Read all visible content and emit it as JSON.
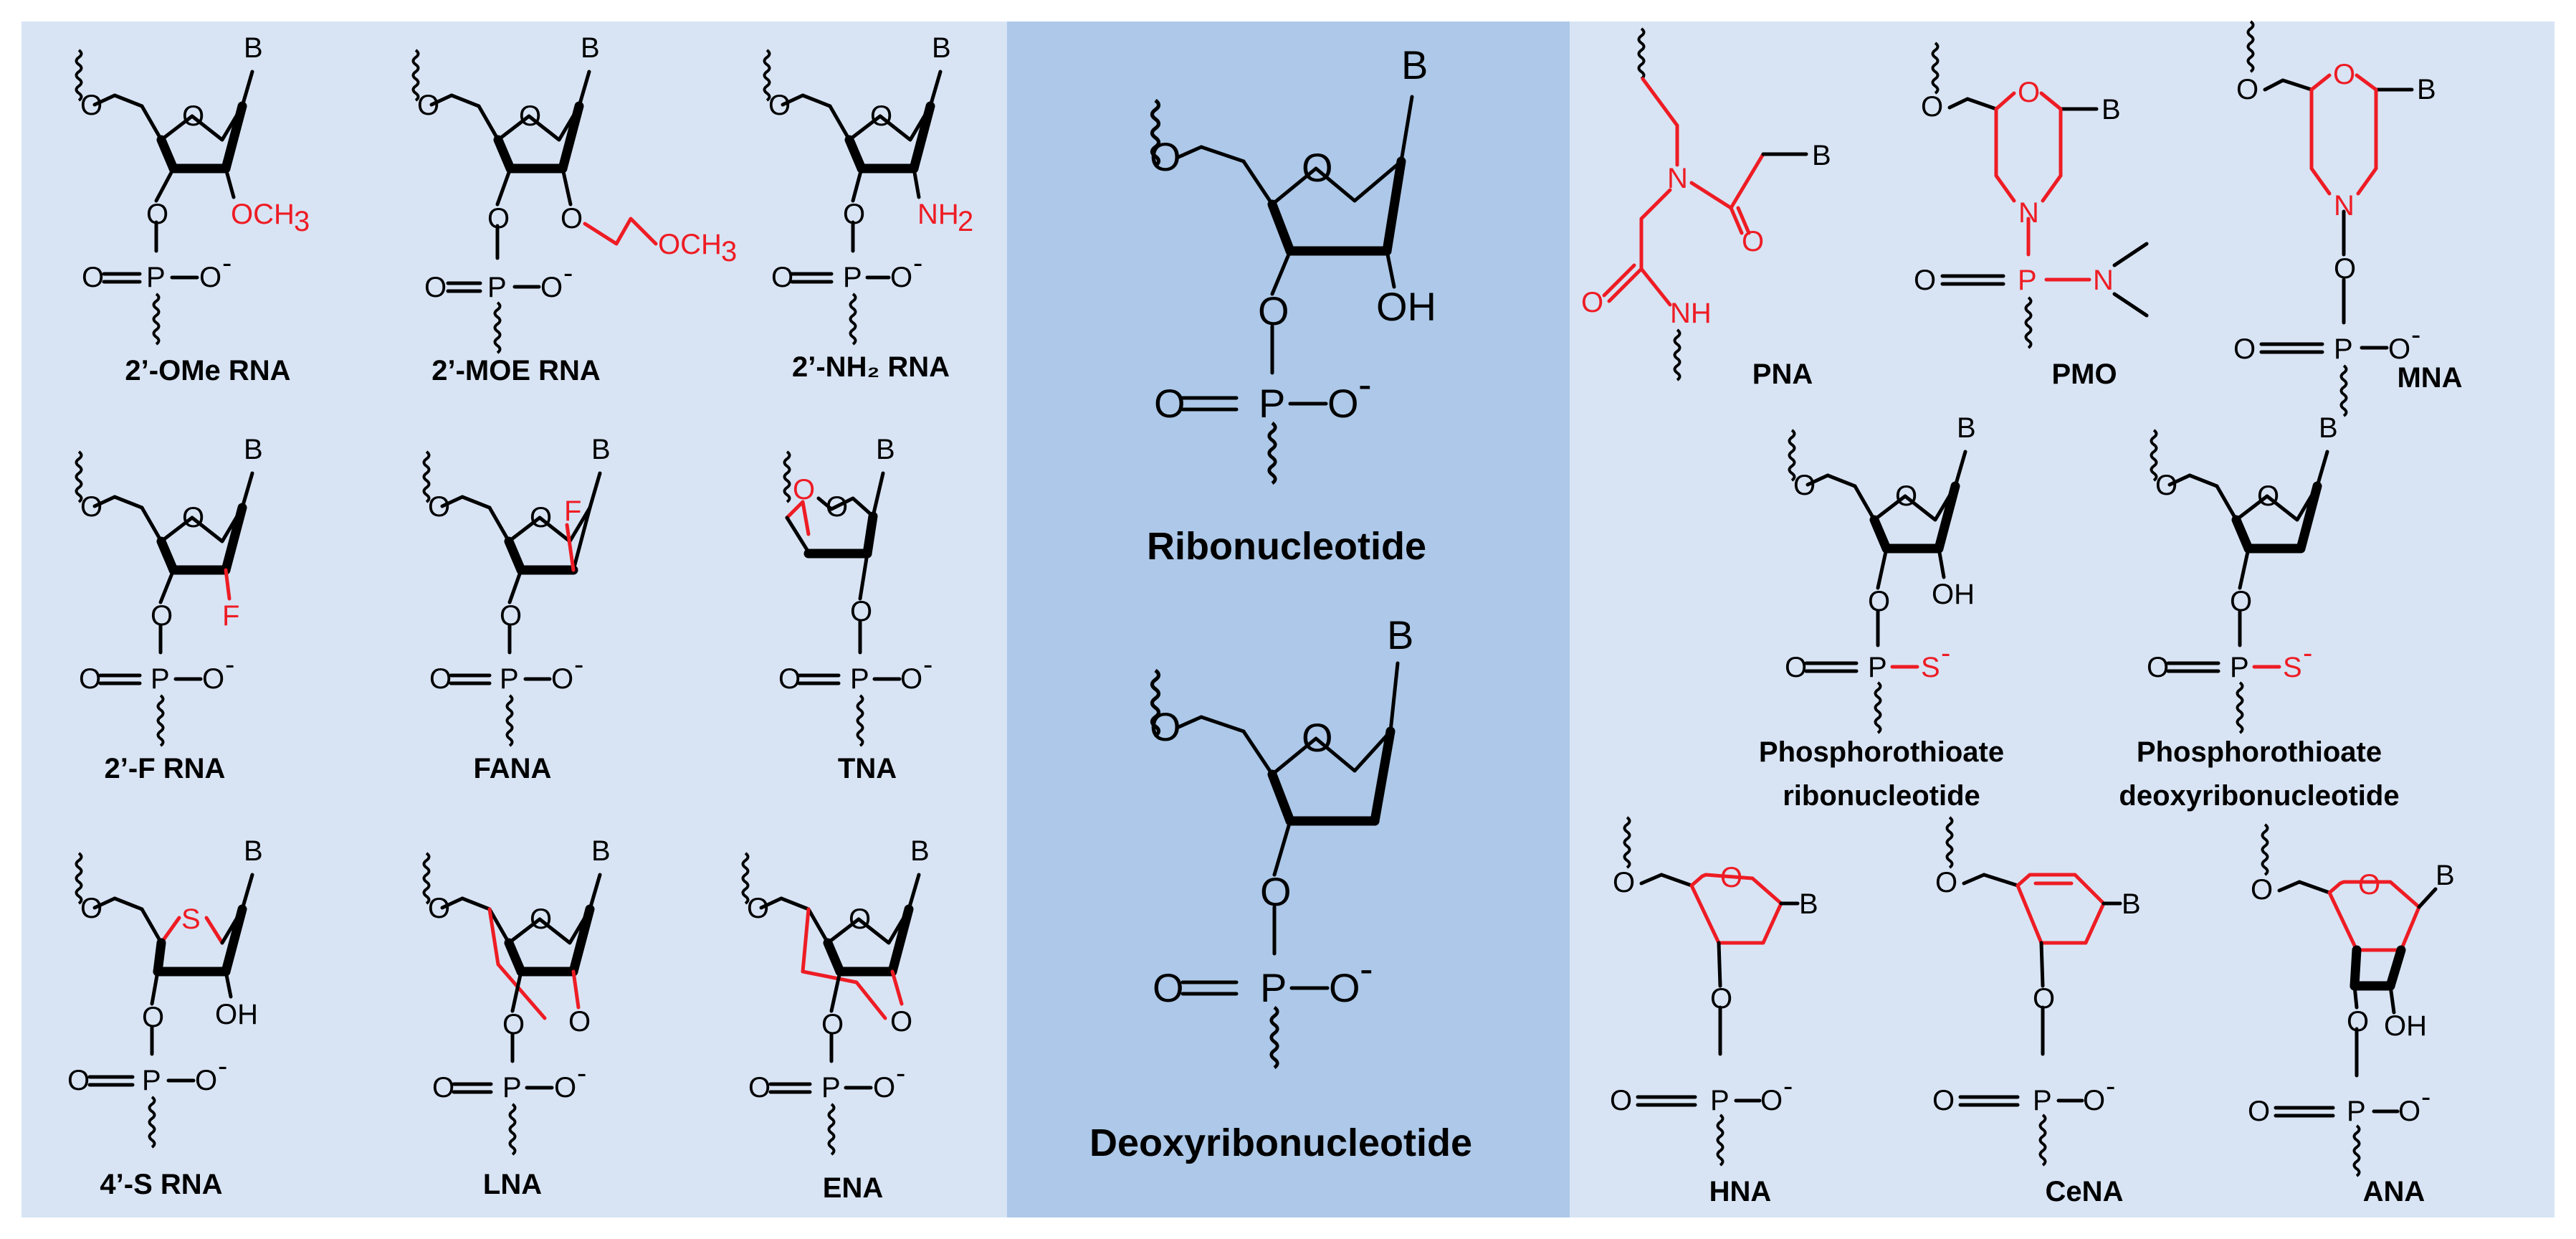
{
  "colors": {
    "panel_light": "#d8e4f4",
    "panel_center": "#adc8e8",
    "modification": "#ee1c24",
    "bond": "#000000"
  },
  "atoms": {
    "base": "B",
    "oxygen": "O",
    "phosphorus": "P",
    "o_minus": "O",
    "minus": "-",
    "oh": "OH",
    "och3": "OCH",
    "three": "3",
    "nh2": "NH",
    "two": "2",
    "fluorine": "F",
    "sulfur": "S",
    "s_minus": "S",
    "nitrogen": "N",
    "nh": "NH"
  },
  "labels": {
    "ome_rna": "2’-OMe RNA",
    "moe_rna": "2’-MOE RNA",
    "nh2_rna": "2’-NH₂ RNA",
    "f_rna": "2’-F RNA",
    "fana": "FANA",
    "tna": "TNA",
    "s_rna": "4’-S RNA",
    "lna": "LNA",
    "ena": "ENA",
    "ribonucleotide": "Ribonucleotide",
    "deoxyribonucleotide": "Deoxyribonucleotide",
    "pna": "PNA",
    "pmo": "PMO",
    "mna": "MNA",
    "ps_ribo": [
      "Phosphorothioate",
      "ribonucleotide"
    ],
    "ps_deoxy": [
      "Phosphorothioate",
      "deoxyribonucleotide"
    ],
    "hna": "HNA",
    "cena": "CeNA",
    "ana": "ANA"
  }
}
